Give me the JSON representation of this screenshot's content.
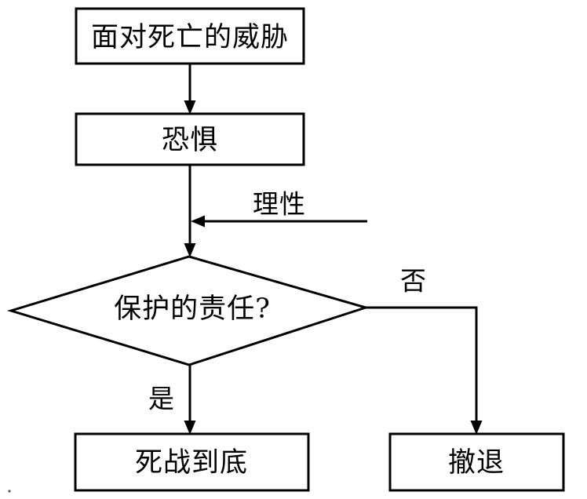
{
  "diagram": {
    "type": "flowchart",
    "orientation": "top-to-bottom",
    "background_color": "#ffffff",
    "stroke_color": "#000000",
    "fill_color": "#ffffff",
    "nodes": [
      {
        "id": "threat",
        "shape": "rectangle",
        "label": "面对死亡的威胁"
      },
      {
        "id": "fear",
        "shape": "rectangle",
        "label": "恐惧"
      },
      {
        "id": "decision",
        "shape": "diamond",
        "label": "保护的责任?"
      },
      {
        "id": "fight",
        "shape": "rectangle",
        "label": "死战到底"
      },
      {
        "id": "retreat",
        "shape": "rectangle",
        "label": "撤退"
      }
    ],
    "edges": [
      {
        "id": "threat-to-fear",
        "from": "threat",
        "to": "fear",
        "label": ""
      },
      {
        "id": "fear-to-decision",
        "from": "fear",
        "to": "decision",
        "label": ""
      },
      {
        "id": "rationality-input",
        "from": "",
        "to": "fear-to-decision",
        "label": "理性",
        "direction": "right-to-left"
      },
      {
        "id": "decision-yes",
        "from": "decision",
        "to": "fight",
        "label": "是"
      },
      {
        "id": "decision-no",
        "from": "decision",
        "to": "retreat",
        "label": "否"
      }
    ]
  }
}
